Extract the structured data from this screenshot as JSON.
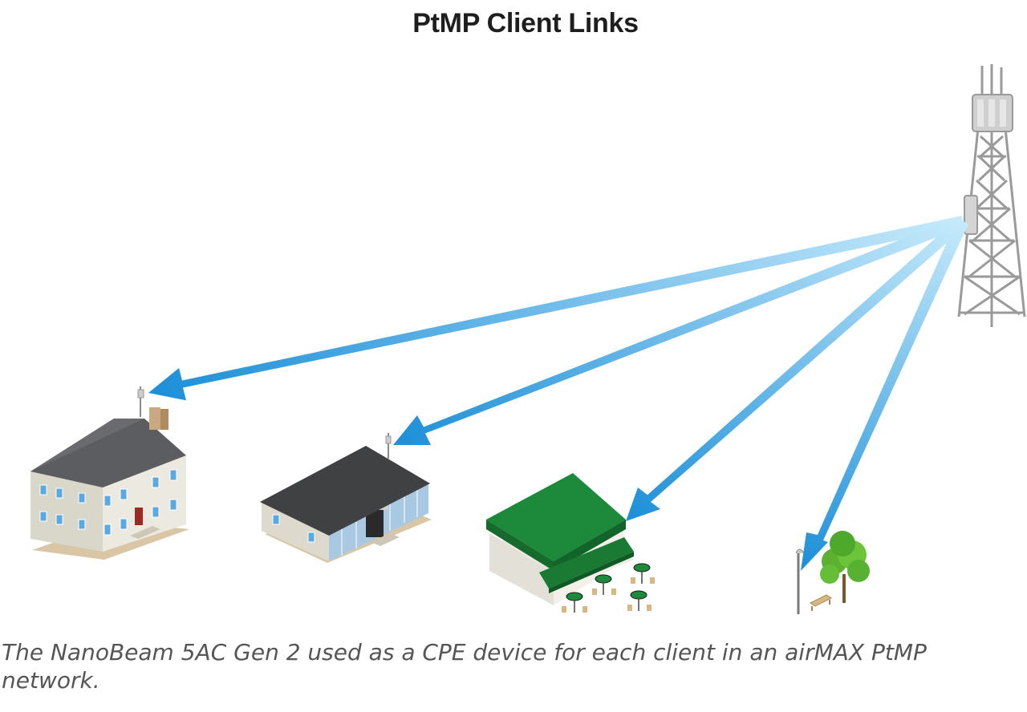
{
  "title": "PtMP Client Links",
  "caption": "The NanoBeam 5AC Gen 2 used as a CPE device for each client in an airMAX PtMP network.",
  "colors": {
    "beam_dark": "#1c8fd8",
    "beam_light": "#c6eafb",
    "tower": "#a5a5a5",
    "roof_dark": "#58595b",
    "roof_green": "#1c8a3a",
    "wall": "#e8e6dc",
    "window": "#5aa9e0"
  },
  "diagram": {
    "nodes": [
      {
        "id": "tower",
        "icon": "radio-tower-icon"
      },
      {
        "id": "house",
        "icon": "two-story-house-icon"
      },
      {
        "id": "office",
        "icon": "office-building-icon"
      },
      {
        "id": "cafe",
        "icon": "cafe-building-icon"
      },
      {
        "id": "park",
        "icon": "park-icon"
      }
    ],
    "links": [
      {
        "from": "tower",
        "to": "house"
      },
      {
        "from": "tower",
        "to": "office"
      },
      {
        "from": "tower",
        "to": "cafe"
      },
      {
        "from": "tower",
        "to": "park"
      }
    ]
  }
}
